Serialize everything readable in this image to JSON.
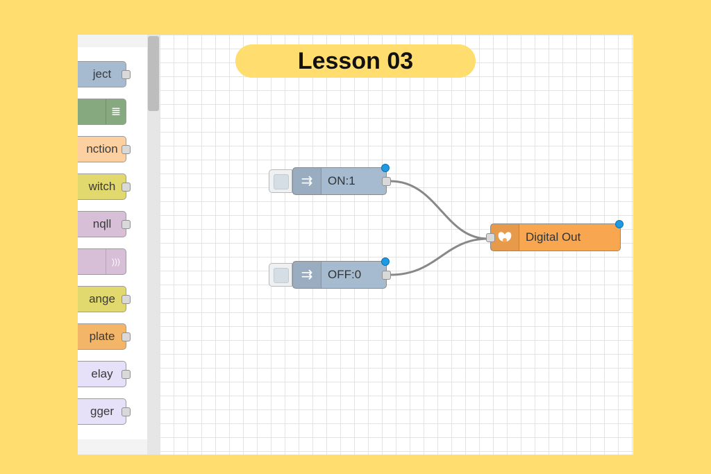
{
  "banner": {
    "title": "Lesson 03"
  },
  "palette": {
    "nodes": [
      {
        "label": "ject",
        "color": "#a6bbcf",
        "port": true,
        "icon": ""
      },
      {
        "label": "",
        "color": "#87a980",
        "port": false,
        "icon": "≣"
      },
      {
        "label": "nction",
        "color": "#fdd0a2",
        "port": true,
        "icon": ""
      },
      {
        "label": "witch",
        "color": "#e2d96e",
        "port": true,
        "icon": ""
      },
      {
        "label": "nqll",
        "color": "#d8bfd8",
        "port": true,
        "icon": ""
      },
      {
        "label": "",
        "color": "#d8bfd8",
        "port": false,
        "icon": ")))"
      },
      {
        "label": "ange",
        "color": "#e2d96e",
        "port": true,
        "icon": ""
      },
      {
        "label": "plate",
        "color": "#f3b567",
        "port": true,
        "icon": ""
      },
      {
        "label": "elay",
        "color": "#e6e0f8",
        "port": true,
        "icon": ""
      },
      {
        "label": "gger",
        "color": "#e6e0f8",
        "port": true,
        "icon": ""
      }
    ]
  },
  "flow": {
    "inject_on": {
      "label": "ON:1",
      "color": "#a6bbcf",
      "icon": "arrow-in-icon"
    },
    "inject_off": {
      "label": "OFF:0",
      "color": "#a6bbcf",
      "icon": "arrow-in-icon"
    },
    "digital_out": {
      "label": "Digital Out",
      "color": "#f8a650",
      "icon": "raspberry-icon"
    },
    "changed_indicator_color": "#1e9ae0",
    "wire_color": "#888888"
  }
}
